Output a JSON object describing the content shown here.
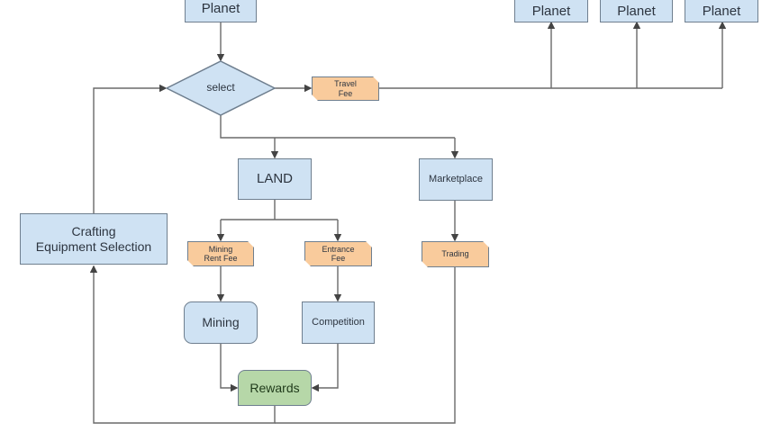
{
  "diagram": {
    "nodes": {
      "planet_top": "Planet",
      "planet_1": "Planet",
      "planet_2": "Planet",
      "planet_3": "Planet",
      "select": "select",
      "travel_fee": [
        "Travel",
        "Fee"
      ],
      "land": "LAND",
      "marketplace": "Marketplace",
      "crafting": [
        "Crafting",
        "Equipment Selection"
      ],
      "mining_rent_fee": [
        "Mining",
        "Rent Fee"
      ],
      "entrance_fee": [
        "Entrance",
        "Fee"
      ],
      "trading": "Trading",
      "mining": "Mining",
      "competition": "Competition",
      "rewards": "Rewards"
    },
    "edges": [
      [
        "planet_top",
        "select"
      ],
      [
        "select",
        "travel_fee"
      ],
      [
        "travel_fee",
        "planet_1"
      ],
      [
        "travel_fee",
        "planet_2"
      ],
      [
        "travel_fee",
        "planet_3"
      ],
      [
        "select",
        "land"
      ],
      [
        "select",
        "marketplace"
      ],
      [
        "land",
        "mining_rent_fee"
      ],
      [
        "land",
        "entrance_fee"
      ],
      [
        "marketplace",
        "trading"
      ],
      [
        "mining_rent_fee",
        "mining"
      ],
      [
        "entrance_fee",
        "competition"
      ],
      [
        "mining",
        "rewards"
      ],
      [
        "competition",
        "rewards"
      ],
      [
        "rewards",
        "crafting"
      ],
      [
        "trading",
        "crafting"
      ],
      [
        "crafting",
        "select"
      ]
    ],
    "colors": {
      "process": "#cfe2f3",
      "fee": "#f9cb9c",
      "reward": "#b6d7a8",
      "line": "#5f6368"
    }
  }
}
